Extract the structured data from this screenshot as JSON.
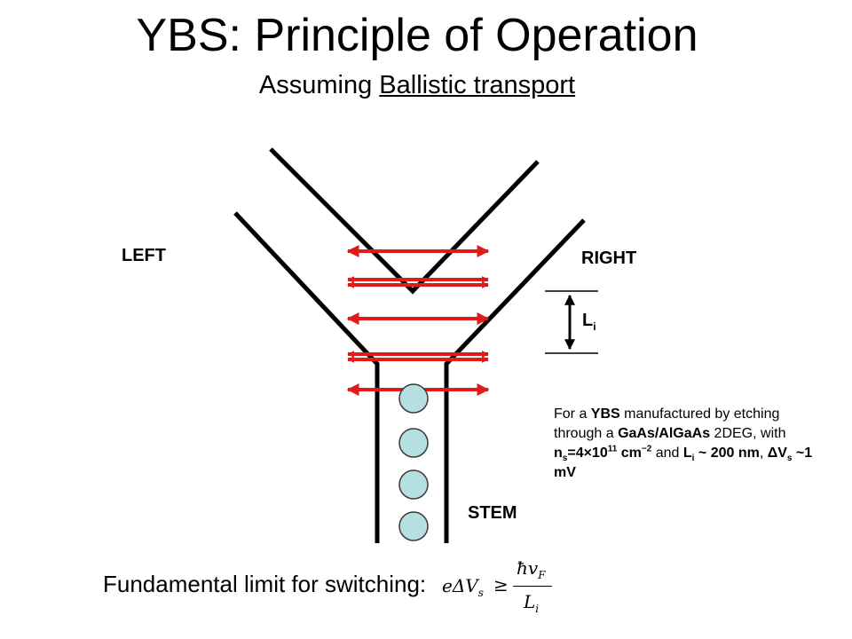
{
  "slide": {
    "title": "YBS: Principle of Operation",
    "subtitle_prefix": "Assuming ",
    "subtitle_underlined": "Ballistic transport"
  },
  "diagram": {
    "labels": {
      "left": "LEFT",
      "right": "RIGHT",
      "stem": "STEM",
      "li_main": "L",
      "li_sub": "i"
    },
    "colors": {
      "wire": "#000000",
      "arrow": "#e01b1b",
      "circle_fill": "#b6dfe2",
      "circle_stroke": "#3a3a3a"
    }
  },
  "note": {
    "t1": "For a ",
    "t2": "YBS",
    "t3": " manufactured by etching through a ",
    "t4": "GaAs/AlGaAs",
    "t5": " 2DEG, with ",
    "t6": "n",
    "t7": "s",
    "t8": "=4×10",
    "t9": "11",
    "t10": " cm",
    "t11": "−2",
    "t12": " and ",
    "t13": "L",
    "t14": "i",
    "t15": " ~ 200 nm",
    "t16": ", ",
    "t17": "ΔV",
    "t18": "s",
    "t19": " ~1 mV"
  },
  "footer": {
    "text": "Fundamental limit for switching:"
  },
  "formula": {
    "lhs": "eΔV",
    "lhs_sub": "s",
    "rel": "≥",
    "num": "ħv",
    "num_sub": "F",
    "den": "L",
    "den_sub": "i"
  }
}
